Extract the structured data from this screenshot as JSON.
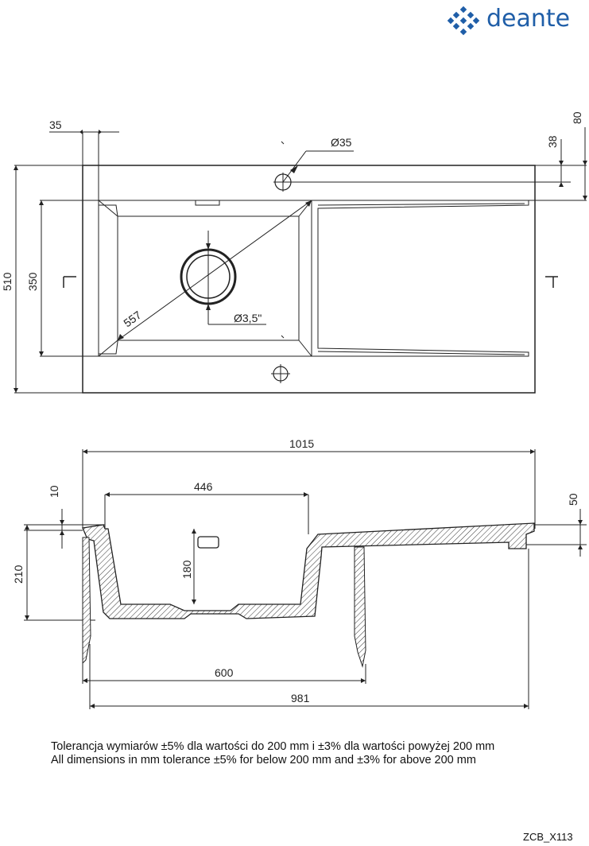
{
  "brand": {
    "logo_text": "deante",
    "logo_color": "#1f5ea8"
  },
  "top_view": {
    "dim_width_hole_offset": "35",
    "dim_tap_hole_diameter": "Ø35",
    "dim_38": "38",
    "dim_80": "80",
    "dim_total_depth": "510",
    "dim_bowl_depth": "350",
    "dim_bowl_diagonal": "557",
    "dim_drain": "Ø3,5\""
  },
  "side_view": {
    "dim_total_width": "1015",
    "dim_bowl_width": "446",
    "dim_rim": "10",
    "dim_50": "50",
    "dim_height": "210",
    "dim_bowl_height": "180",
    "dim_cabinet": "600",
    "dim_cutout": "981"
  },
  "notes": {
    "polish": "Tolerancja wymiarów ±5% dla wartości do 200 mm i ±3% dla wartości powyżej 200 mm",
    "english": "All dimensions in mm tolerance ±5% for below 200 mm and ±3% for above 200 mm"
  },
  "product_code": "ZCB_X113"
}
